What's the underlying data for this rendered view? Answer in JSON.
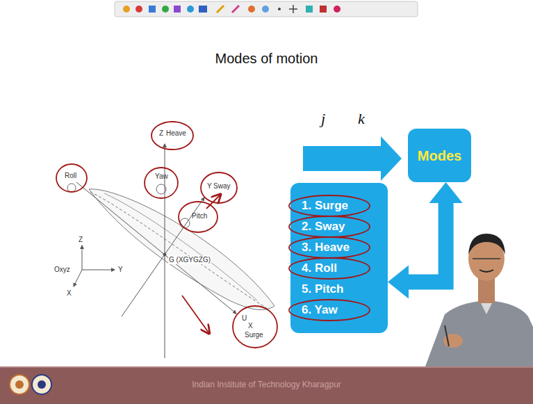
{
  "diagram": {
    "title": "Modes of motion",
    "nodes": [
      {
        "text": [
          "Modes"
        ]
      },
      {
        "text": [
          "1. Surge",
          "2. Sway",
          "3. Heave",
          "4. Roll",
          "5. Pitch",
          "6. Yaw"
        ]
      }
    ],
    "edges": [
      {
        "from": 1,
        "to": 0,
        "arrow": "both"
      }
    ],
    "labels": [
      "Z",
      "Heave",
      "Yaw",
      "Roll",
      "Pitch",
      "Y",
      "Sway",
      "G (XGYGZG)",
      "U",
      "X",
      "Surge",
      "Z",
      "Y",
      "X",
      "Oxyz",
      "j",
      "k",
      "Indian Institute of Technology Kharagpur"
    ]
  }
}
